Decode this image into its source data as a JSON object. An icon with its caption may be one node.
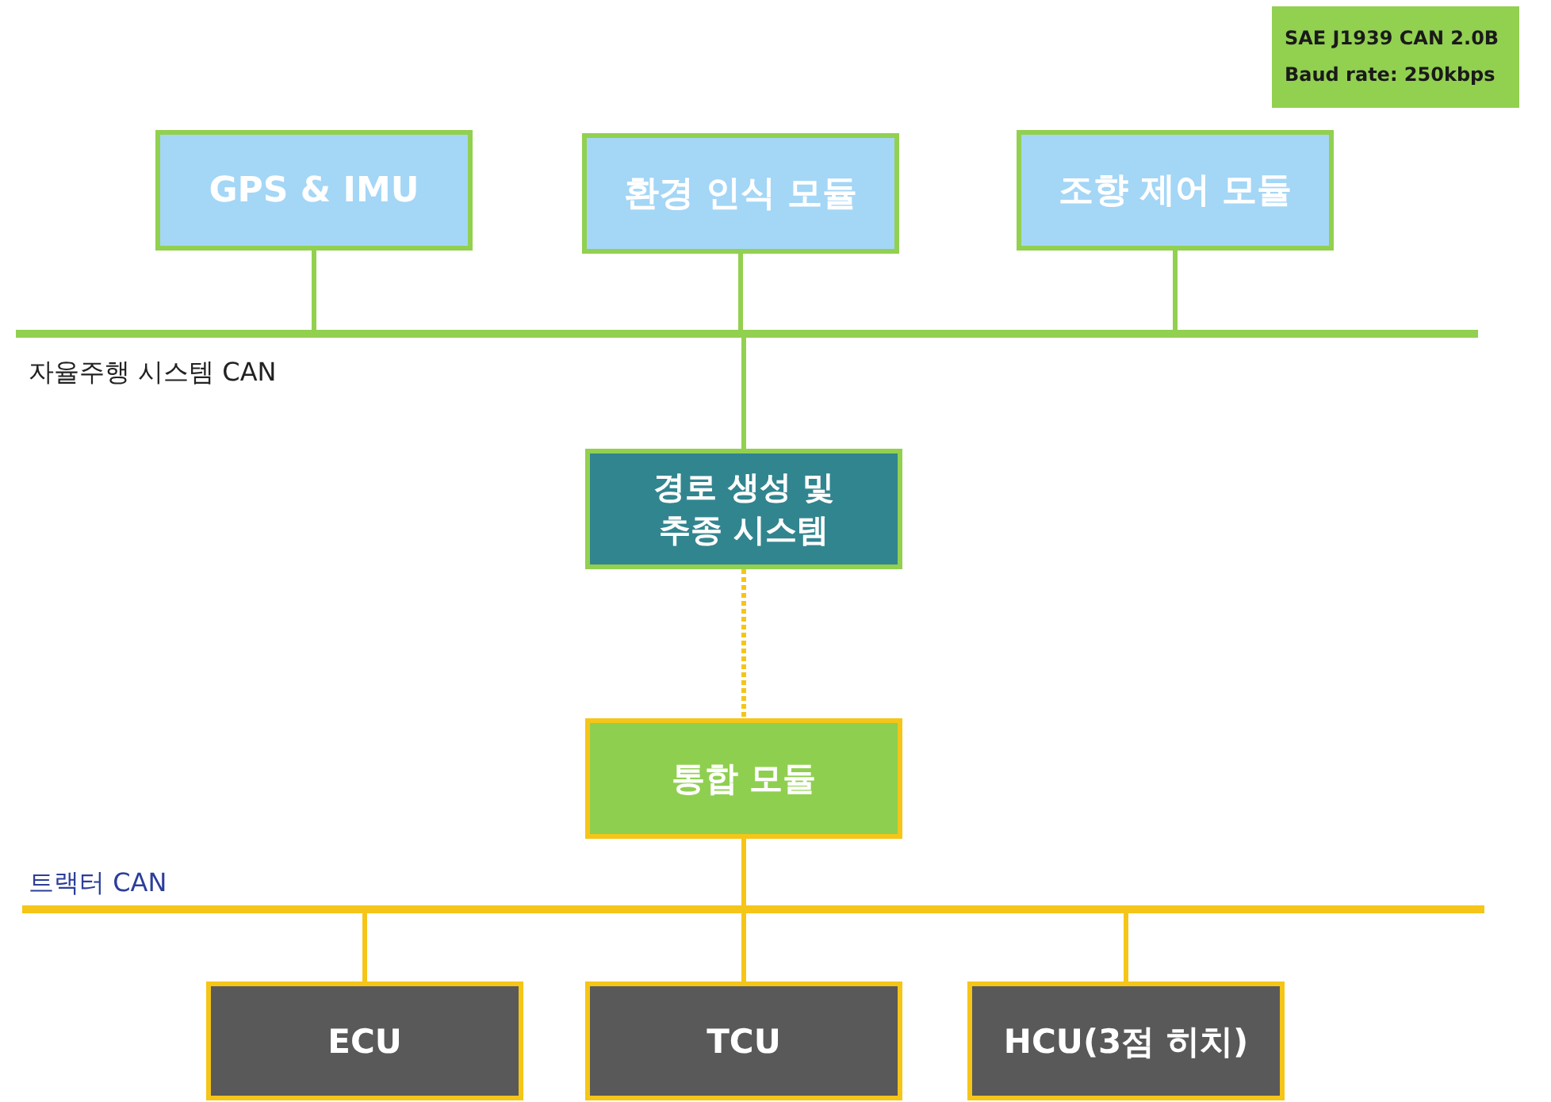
{
  "diagram": {
    "nodes": [
      {
        "text": [
          "SAE J1939 CAN 2.0B",
          "Baud rate: 250kbps"
        ]
      },
      {
        "text": [
          "GPS & IMU"
        ]
      },
      {
        "text": [
          "환경 인식 모듈"
        ]
      },
      {
        "text": [
          "조향 제어 모듈"
        ]
      },
      {
        "text": [],
        "shape": "bar",
        "beside": [
          "자율주행 시스템 CAN"
        ]
      },
      {
        "text": [
          "경로 생성 및 추종 시스템"
        ]
      },
      {
        "text": [
          "통합 모듈"
        ]
      },
      {
        "text": [],
        "shape": "bar",
        "beside": [
          "트랙터 CAN"
        ]
      },
      {
        "text": [
          "ECU"
        ]
      },
      {
        "text": [
          "TCU"
        ]
      },
      {
        "text": [
          "HCU(3점 히치)"
        ]
      }
    ],
    "edges": [
      {
        "from": 1,
        "to": 4,
        "arrow": "none",
        "color": "#92d050"
      },
      {
        "from": 2,
        "to": 4,
        "arrow": "none",
        "color": "#92d050"
      },
      {
        "from": 3,
        "to": 4,
        "arrow": "none",
        "color": "#92d050"
      },
      {
        "from": 4,
        "to": 5,
        "arrow": "none",
        "color": "#92d050"
      },
      {
        "from": 5,
        "to": 6,
        "arrow": "none",
        "style": "dashed"
      },
      {
        "from": 6,
        "to": 7,
        "arrow": "none"
      },
      {
        "from": 7,
        "to": 8,
        "arrow": "none"
      },
      {
        "from": 7,
        "to": 9,
        "arrow": "none"
      },
      {
        "from": 7,
        "to": 10,
        "arrow": "none"
      }
    ]
  }
}
